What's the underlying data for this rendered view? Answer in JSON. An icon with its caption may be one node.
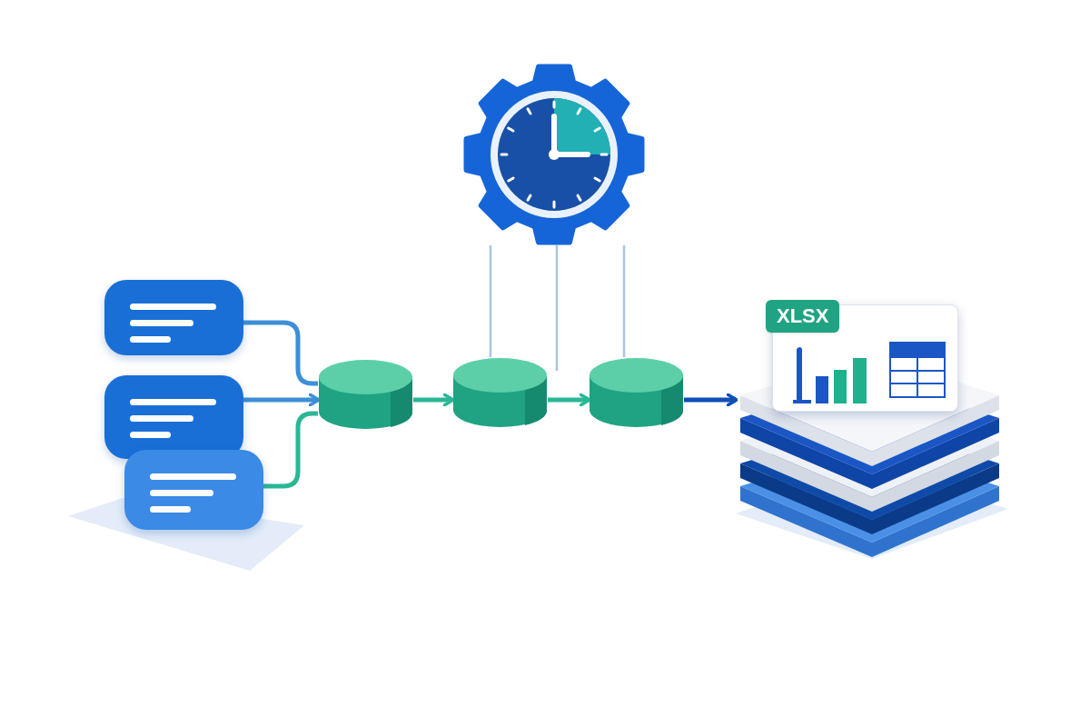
{
  "diagram": {
    "nodes": [
      {
        "text": [],
        "shape": "box"
      },
      {
        "text": [],
        "shape": "box"
      },
      {
        "text": [],
        "shape": "box"
      },
      {
        "text": [],
        "shape": "cylinder"
      },
      {
        "text": [],
        "shape": "cylinder"
      },
      {
        "text": [],
        "shape": "cylinder"
      },
      {
        "text": [],
        "shape": "picture"
      },
      {
        "text": [],
        "shape": "picture"
      },
      {
        "text": [
          "XLSX"
        ]
      }
    ],
    "edges": [
      {
        "from": 0,
        "to": 3,
        "arrow": "none",
        "color": "#3d8fd6"
      },
      {
        "from": 1,
        "to": 3,
        "arrow": "to",
        "color": "#3d8fd6"
      },
      {
        "from": 2,
        "to": 3,
        "arrow": "none"
      },
      {
        "from": 3,
        "to": 4,
        "arrow": "to"
      },
      {
        "from": 4,
        "to": 5,
        "arrow": "to"
      },
      {
        "from": 5,
        "to": 7,
        "arrow": "to",
        "color": "#0d4fb5"
      },
      {
        "from": 6,
        "to": 4,
        "arrow": "none",
        "color": "#a9c4e6"
      },
      {
        "from": 6,
        "to": 4,
        "arrow": "none",
        "color": "#a9c4e6"
      },
      {
        "from": 6,
        "to": 5,
        "arrow": "none",
        "color": "#a9c4e6"
      }
    ]
  }
}
